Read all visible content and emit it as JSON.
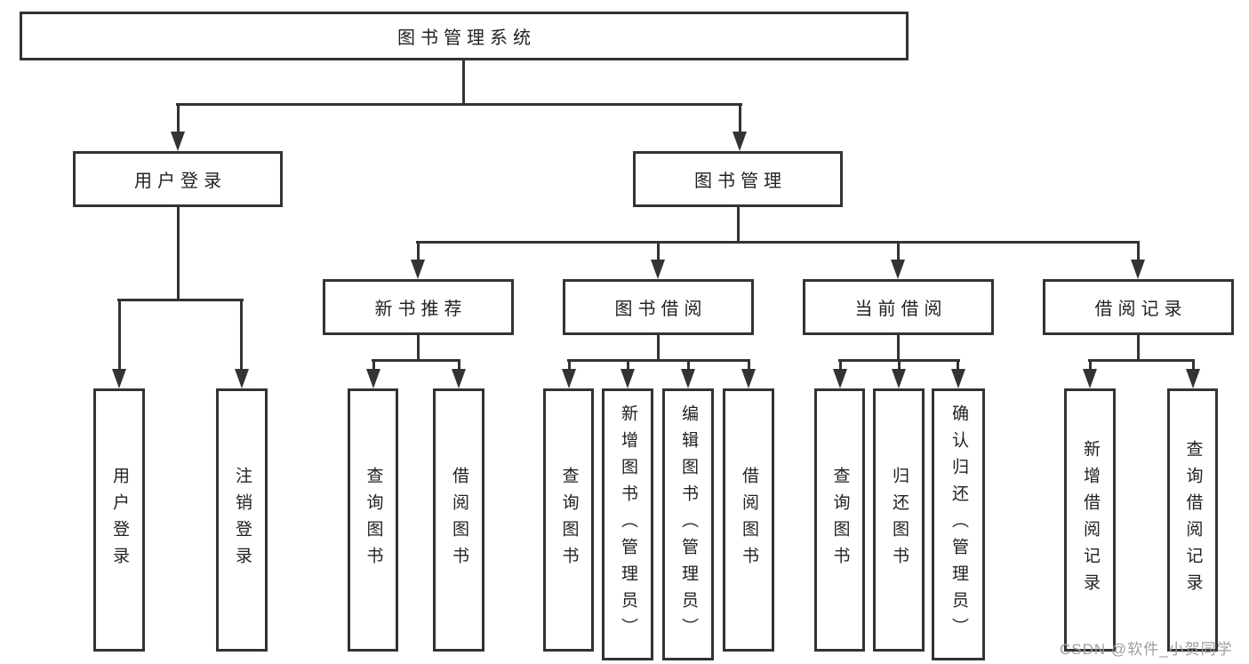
{
  "tree": {
    "root": {
      "label": "图书管理系统"
    },
    "branches": [
      {
        "label": "用户登录",
        "leaves": [
          {
            "label": "用户登录"
          },
          {
            "label": "注销登录"
          }
        ]
      },
      {
        "label": "图书管理",
        "groups": [
          {
            "label": "新书推荐",
            "leaves": [
              {
                "label": "查询图书"
              },
              {
                "label": "借阅图书"
              }
            ]
          },
          {
            "label": "图书借阅",
            "leaves": [
              {
                "label": "查询图书"
              },
              {
                "label": "新增图书（管理员）"
              },
              {
                "label": "编辑图书（管理员）"
              },
              {
                "label": "借阅图书"
              }
            ]
          },
          {
            "label": "当前借阅",
            "leaves": [
              {
                "label": "查询图书"
              },
              {
                "label": "归还图书"
              },
              {
                "label": "确认归还（管理员）"
              }
            ]
          },
          {
            "label": "借阅记录",
            "leaves": [
              {
                "label": "新增借阅记录"
              },
              {
                "label": "查询借阅记录"
              }
            ]
          }
        ]
      }
    ]
  },
  "watermark": {
    "text": "CSDN @软件_小贺同学"
  },
  "colors": {
    "line": "#333333",
    "box_border": "#333333",
    "box_fill": "#ffffff",
    "text": "#222222",
    "watermark": "#9e9e9e"
  }
}
